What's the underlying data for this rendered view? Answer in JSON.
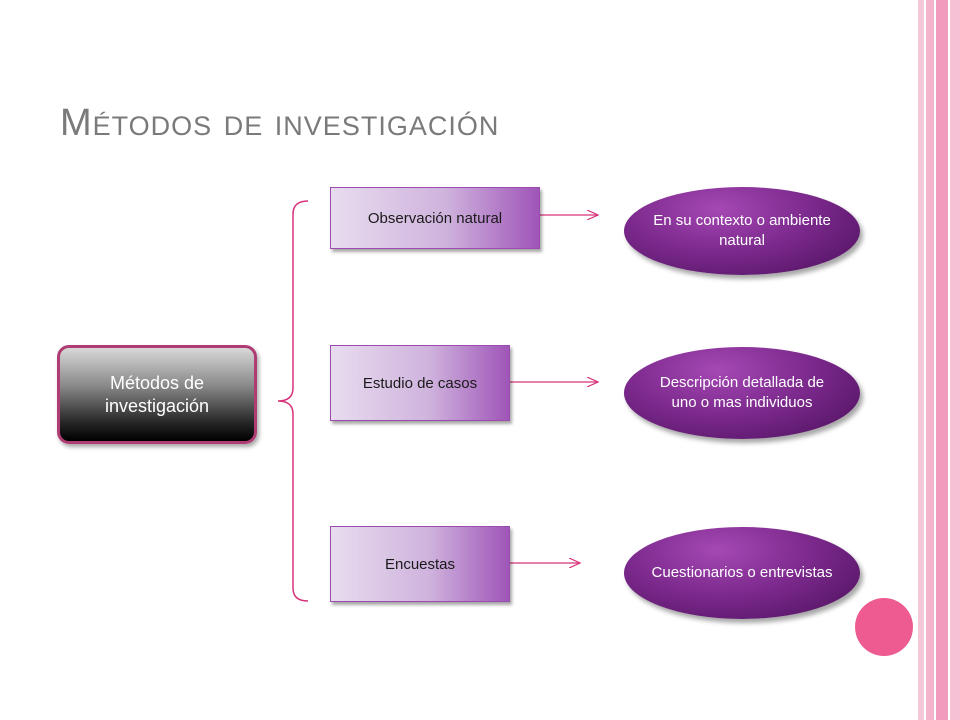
{
  "slide": {
    "title": "Métodos de investigación"
  },
  "diagram": {
    "root": "Métodos de investigación",
    "methods": [
      {
        "label": "Observación natural",
        "result": "En su contexto o ambiente natural"
      },
      {
        "label": "Estudio de casos",
        "result": "Descripción detallada de uno o mas individuos"
      },
      {
        "label": "Encuestas",
        "result": "Cuestionarios o entrevistas"
      }
    ]
  },
  "colors": {
    "accent_pink": "#ee5b91",
    "connector": "#d8337a",
    "root_border": "#b03c74",
    "ellipse_purple": "#7d2a8e",
    "title_gray": "#7a7a7a"
  }
}
